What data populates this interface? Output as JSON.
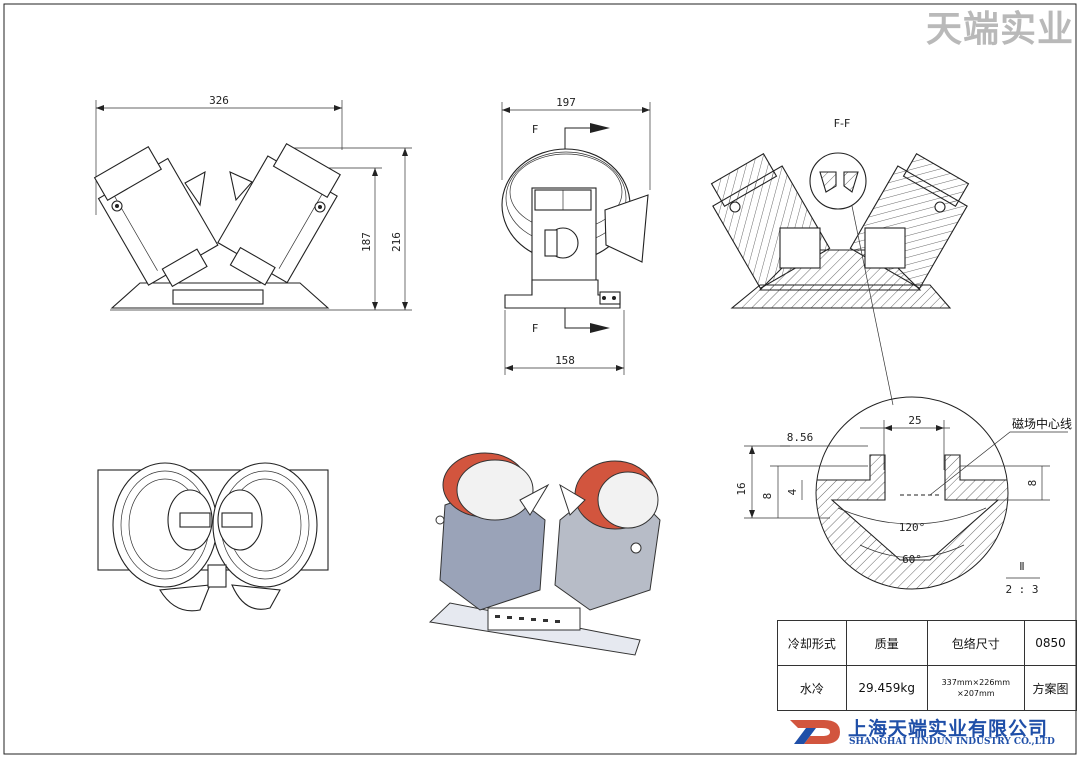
{
  "watermark": "天端实业",
  "views": {
    "front": {
      "width_dim": "326",
      "height_dim_1": "187",
      "height_dim_2": "216"
    },
    "side": {
      "width_dim": "197",
      "base_dim": "158",
      "section_mark_top": "F",
      "section_mark_bottom": "F"
    },
    "section": {
      "title": "F-F"
    },
    "detail": {
      "dim_gap": "25",
      "dim_offset": "8.56",
      "dim_height": "16",
      "dim_8_left": "8",
      "dim_4": "4",
      "dim_8_right": "8",
      "angle_outer": "120°",
      "angle_inner": "60°",
      "annotation": "磁场中心线",
      "detail_id": "Ⅱ",
      "scale": "2 : 3"
    }
  },
  "title_block": {
    "headers": [
      "冷却形式",
      "质量",
      "包络尺寸",
      "0850"
    ],
    "values": [
      "水冷",
      "29.459kg",
      "337mm×226mm",
      "×207mm",
      "方案图"
    ]
  },
  "company": {
    "name_cn": "上海天端实业有限公司",
    "name_en": "SHANGHAI TINDUN INDUSTRY CO.,LTD"
  },
  "colors": {
    "accent": "#1f4fa8",
    "coil": "#d2553e",
    "watermark": "#b9b9b9"
  }
}
